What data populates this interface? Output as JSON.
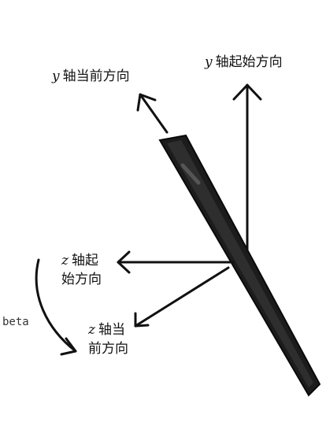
{
  "labels": {
    "y_current": {
      "axis": "y",
      "text": "轴当前方向"
    },
    "y_initial": {
      "axis": "y",
      "text": "轴起始方向"
    },
    "z_initial": {
      "axis": "z",
      "text_line1": "轴起",
      "text_line2": "始方向"
    },
    "z_current": {
      "axis": "z",
      "text_line1": "轴当",
      "text_line2": "前方向"
    },
    "rotation": "beta"
  },
  "colors": {
    "ink": "#111111",
    "phone_body": "#1c1c1c",
    "phone_edge": "#3a3a3a"
  }
}
